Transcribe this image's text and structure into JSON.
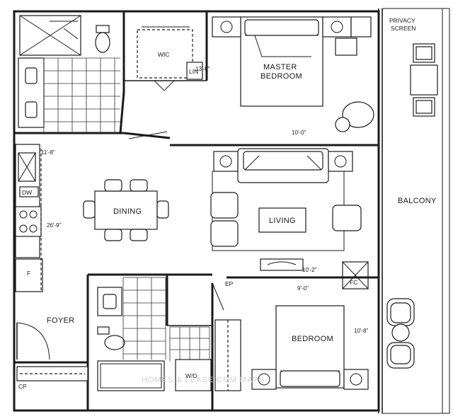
{
  "rooms": {
    "master_bedroom_line1": "MASTER",
    "master_bedroom_line2": "BEDROOM",
    "wic": "WIC",
    "lin": "LIN",
    "dining": "DINING",
    "living": "LIVING",
    "balcony": "BALCONY",
    "privacy_line1": "PRIVACY",
    "privacy_line2": "SCREEN",
    "foyer": "FOYER",
    "bedroom": "BEDROOM",
    "wd": "W/D",
    "fc": "FC",
    "ep": "EP",
    "cp": "CP",
    "dw": "DW",
    "fridge": "F"
  },
  "dimensions": {
    "master_depth": "13'-8\"",
    "master_width": "10'-0\"",
    "kitchen_width": "11'-8\"",
    "kitchen_depth": "26'-9\"",
    "living_width": "10'-2\"",
    "bedroom_width": "9'-0\"",
    "bedroom_depth": "10'-8\""
  },
  "watermark": "HOMES & LEASE COM MAPS"
}
